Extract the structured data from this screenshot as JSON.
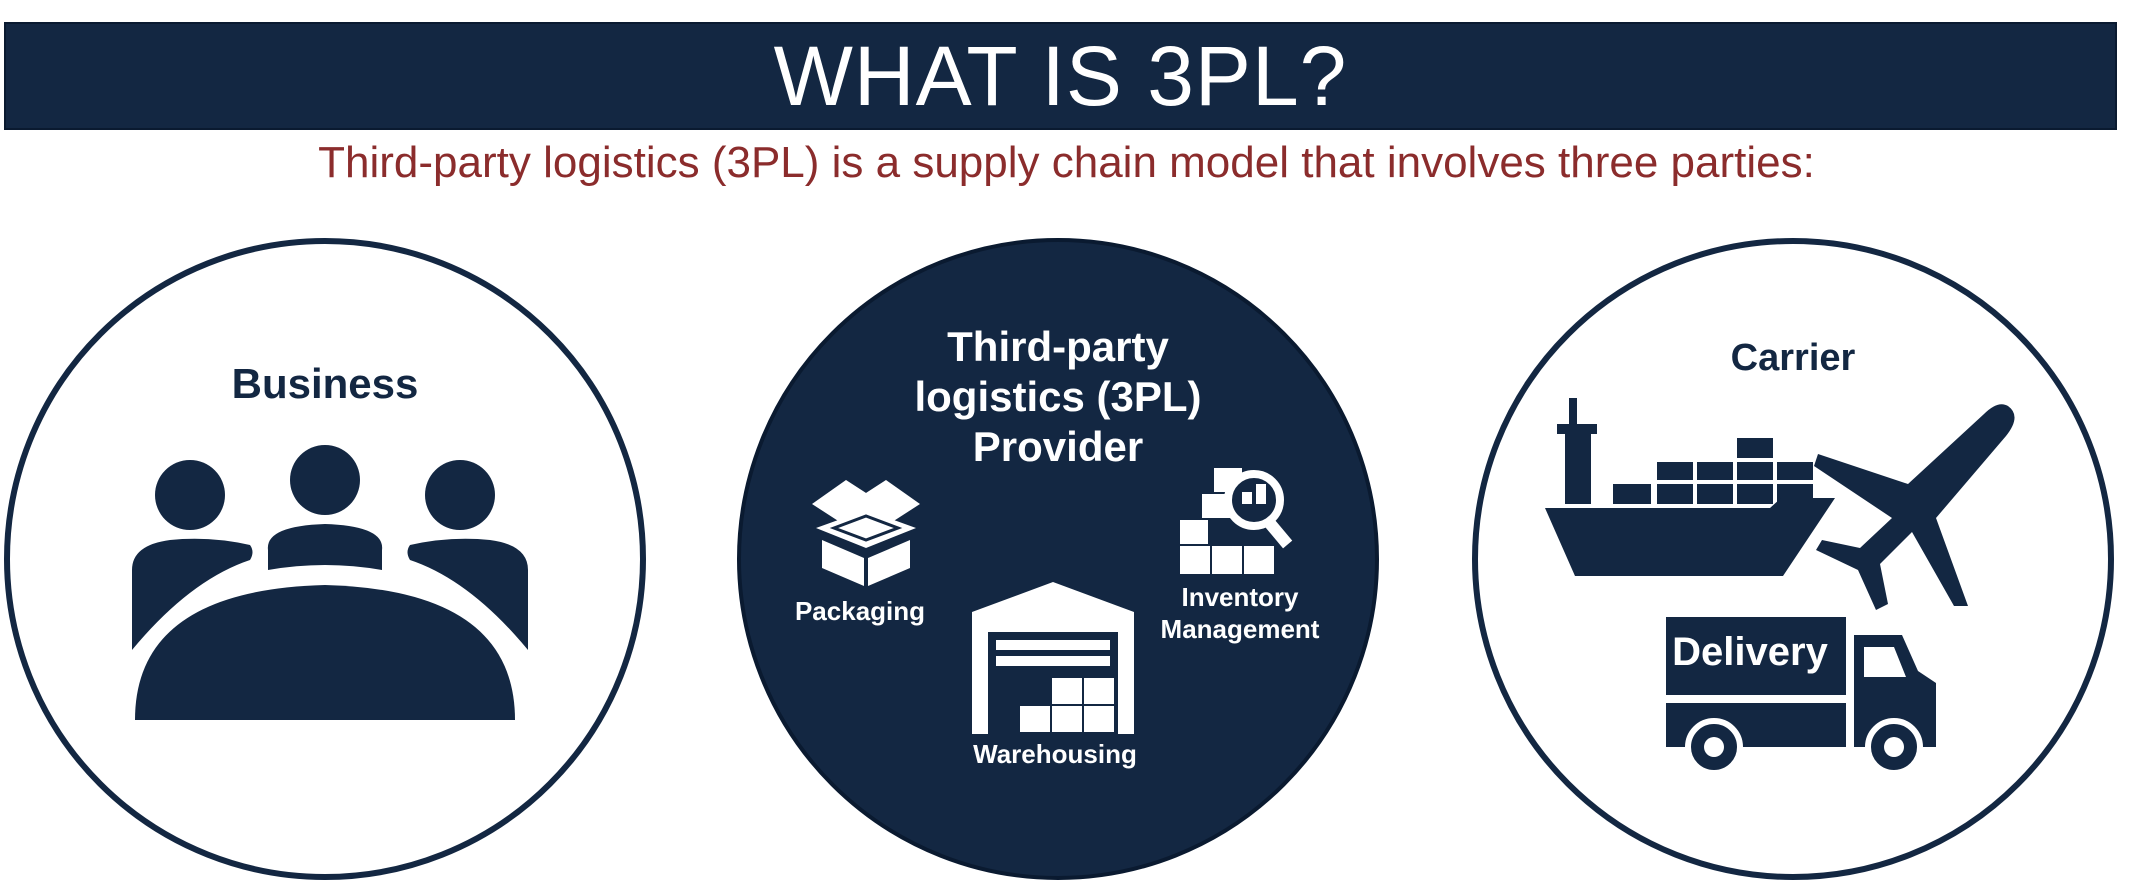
{
  "header": {
    "title": "WHAT IS 3PL?"
  },
  "subtitle": "Third-party logistics (3PL) is a supply chain model that involves three parties:",
  "parties": {
    "business": {
      "label": "Business"
    },
    "provider": {
      "label": "Third-party\nlogistics (3PL)\nProvider",
      "services": {
        "packaging": "Packaging",
        "inventory": "Inventory\nManagement",
        "warehousing": "Warehousing"
      }
    },
    "carrier": {
      "label": "Carrier",
      "truck_label": "Delivery"
    }
  },
  "colors": {
    "navy": "#132742",
    "subtitle_red": "#8b2c2c",
    "white": "#ffffff"
  }
}
